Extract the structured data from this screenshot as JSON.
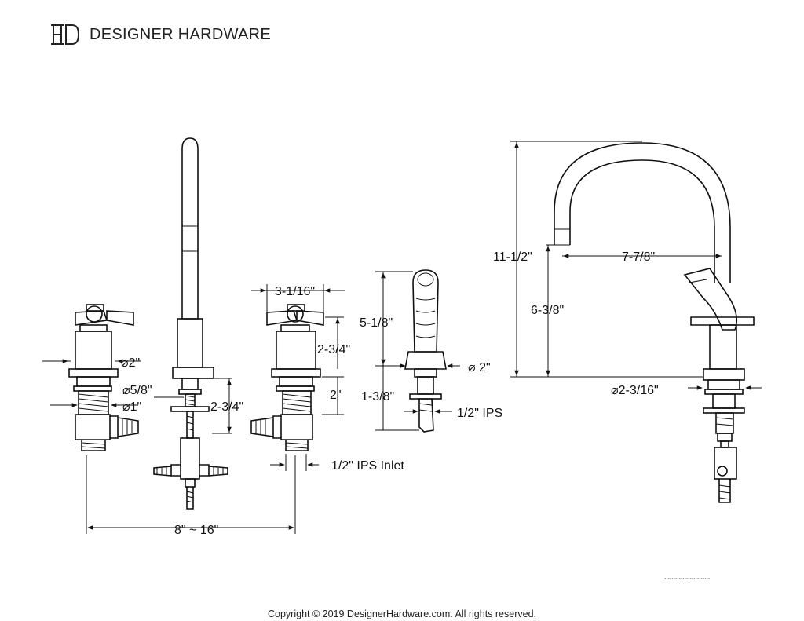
{
  "brand": {
    "name": "DESIGNER HARDWARE"
  },
  "dimensions": {
    "spout_width": "3-1/16\"",
    "handle_height": "2-3/4\"",
    "valve_body": "2\"",
    "handle_base_dia": "⌀2\"",
    "stem_dia": "⌀5/8\"",
    "shank_dia": "⌀1\"",
    "spout_shank": "2-3/4\"",
    "inlet": "1/2\" IPS Inlet",
    "spread": "8\" ~ 16\"",
    "spray_height": "5-1/8\"",
    "spray_base_dia": "⌀ 2\"",
    "spray_shank": "1-3/8\"",
    "spray_ips": "1/2\" IPS",
    "overall_height": "11-1/2\"",
    "spout_reach": "7-7/8\"",
    "spout_clearance": "6-3/8\"",
    "spout_base_dia": "⌀2-3/16\""
  },
  "footer": {
    "copyright": "Copyright © 2019 DesignerHardware.com. All rights reserved."
  }
}
